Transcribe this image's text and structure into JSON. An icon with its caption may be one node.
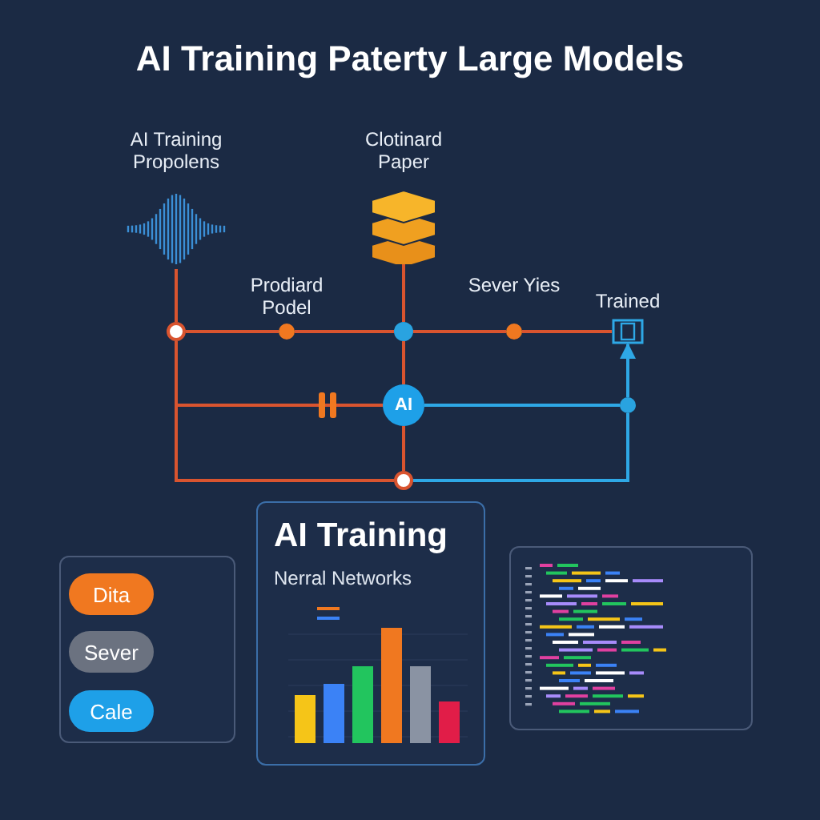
{
  "diagram": {
    "title": "AI Training Paterty Large Models",
    "nodes": [
      {
        "text": [],
        "shape": "picture",
        "beside": [
          "AI Training Propolens"
        ]
      },
      {
        "text": [],
        "shape": "picture",
        "beside": [
          "Clotinard Paper"
        ]
      },
      {
        "text": [],
        "shape": "circle"
      },
      {
        "text": [],
        "shape": "circle",
        "beside": [
          "Prodiard Podel"
        ]
      },
      {
        "text": [],
        "shape": "circle"
      },
      {
        "text": [],
        "shape": "circle",
        "beside": [
          "Sever Yies"
        ]
      },
      {
        "text": [],
        "shape": "picture",
        "beside": [
          "Trained"
        ]
      },
      {
        "text": [
          "AI"
        ]
      },
      {
        "text": [],
        "shape": "circle"
      },
      {
        "text": [],
        "shape": "circle"
      },
      {
        "text": [],
        "shape": "box"
      },
      {
        "text": [
          "Dita"
        ],
        "in": 10
      },
      {
        "text": [
          "Sever"
        ],
        "in": 10
      },
      {
        "text": [
          "Cale"
        ],
        "in": 10
      },
      {
        "text": [
          "AI Training",
          "Nerral Networks"
        ]
      },
      {
        "text": [],
        "shape": "box"
      }
    ],
    "edges": [
      {
        "from": 0,
        "to": 2,
        "arrow": "none"
      },
      {
        "from": 2,
        "to": 3,
        "arrow": "none"
      },
      {
        "from": 3,
        "to": 4,
        "arrow": "none"
      },
      {
        "from": 1,
        "to": 4,
        "arrow": "none"
      },
      {
        "from": 4,
        "to": 5,
        "arrow": "none"
      },
      {
        "from": 5,
        "to": 6,
        "arrow": "none"
      },
      {
        "from": 4,
        "to": 7,
        "arrow": "none"
      },
      {
        "from": 2,
        "to": 7,
        "arrow": "none"
      },
      {
        "from": 7,
        "to": 8,
        "arrow": "none"
      },
      {
        "from": 2,
        "to": 8,
        "arrow": "none"
      },
      {
        "from": 8,
        "to": 9,
        "arrow": "none",
        "color": "#2ea8e6"
      },
      {
        "from": 7,
        "to": 9,
        "arrow": "none",
        "color": "#2ea8e6"
      },
      {
        "from": 9,
        "to": 6,
        "arrow": "to",
        "color": "#2ea8e6"
      }
    ]
  }
}
